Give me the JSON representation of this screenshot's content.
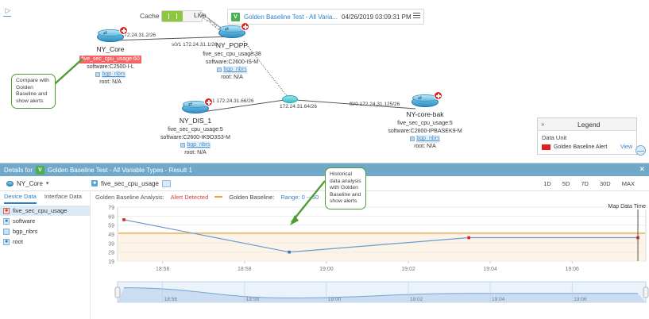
{
  "toolbar": {
    "cache_label": "Cache",
    "live_label": "Live",
    "rotated_label": "172.24.31.2/26",
    "test_badge": "V",
    "test_name": "Golden Baseline Test - All Varia...",
    "test_date": "04/26/2019 03:09:31 PM",
    "menu_icon": "hamburger-icon"
  },
  "map": {
    "nodes": [
      {
        "id": "ny-core",
        "name": "NY_Core",
        "metric": "five_sec_cpu_usage:60",
        "metric_alert": true,
        "software": "software:C2500-I-L",
        "link": "bgp_nbrs",
        "root": "root: N/A"
      },
      {
        "id": "ny-popp",
        "name": "NY_POPP",
        "metric": "five_sec_cpu_usage:38",
        "metric_alert": false,
        "software": "software:C2600-IS-M",
        "link": "bgp_nbrs",
        "root": "root: N/A"
      },
      {
        "id": "ny-dis-1",
        "name": "NY_DIS_1",
        "metric": "five_sec_cpu_usage:5",
        "metric_alert": false,
        "software": "software:C2600-IK9O3S3-M",
        "link": "bgp_nbrs",
        "root": "root: N/A"
      },
      {
        "id": "ny-core-bak",
        "name": "NY-core-bak",
        "metric": "five_sec_cpu_usage:5",
        "metric_alert": false,
        "software": "software:C2600-IPBASEK9-M",
        "link": "bgp_nbrs",
        "root": "root: N/A"
      }
    ],
    "link_labels": [
      "s1 172.24.31.2/26",
      "s0/1 172.24.31.1/26",
      "e0/1 172.24.31.66/26",
      "172.24.31.64/26",
      "f0/0 172.24.31.125/26"
    ],
    "callout_left": "Compare with Golden Baseline and show alerts",
    "callout_bottom": "Historical data analysis with Golden Baseline and show alerts"
  },
  "legend": {
    "title": "Legend",
    "collapse_icon": "chevron-right-icon",
    "data_unit": "Data Unit",
    "alert_label": "Golden Baseline Alert",
    "alert_color": "#e02020",
    "view_label": "View"
  },
  "details": {
    "header_prefix": "Details for",
    "header_badge": "V",
    "header_name": "Golden Baseline Test - All Variable Types - Result 1",
    "close_icon": "close-icon",
    "device": "NY_Core",
    "device_chevron": "chevron-down-icon",
    "metric": "five_sec_cpu_usage",
    "metric_icon": "metric-icon",
    "ranges": [
      "1D",
      "5D",
      "7D",
      "30D",
      "MAX"
    ],
    "tabs": [
      {
        "label": "Device Data",
        "active": true
      },
      {
        "label": "Interface Data",
        "active": false
      }
    ],
    "tree_items": [
      {
        "label": "five_sec_cpu_usage",
        "icon": "metric-icon",
        "selected": true
      },
      {
        "label": "software",
        "icon": "attribute-icon",
        "selected": false
      },
      {
        "label": "bgp_nbrs",
        "icon": "table-icon",
        "selected": false
      },
      {
        "label": "root",
        "icon": "attribute-icon",
        "selected": false
      }
    ]
  },
  "chart_data": {
    "type": "line",
    "title": "Golden Baseline Analysis:",
    "status": "Alert Detected",
    "legend_entries": [
      {
        "label": "Golden Baseline:",
        "range_label": "Range: 0 -- 50",
        "color": "#f0a030"
      }
    ],
    "xlabel": "",
    "ylabel": "",
    "ylim": [
      19,
      79
    ],
    "yticks": [
      79,
      69,
      59,
      49,
      39,
      29,
      19
    ],
    "xticks": [
      "18:56",
      "18:58",
      "19:00",
      "19:02",
      "19:04",
      "19:06"
    ],
    "grid": true,
    "baseline_min": 0,
    "baseline_max": 50,
    "marker_label": "Map Data Time",
    "series": [
      {
        "name": "five_sec_cpu_usage",
        "color": "#6a9bd1",
        "x": [
          "18:55",
          "18:57:45",
          "19:02:20",
          "19:07:10"
        ],
        "values": [
          65,
          29,
          45,
          45
        ],
        "alert_points": [
          65,
          45
        ]
      }
    ],
    "navigator": {
      "xticks": [
        "18:56",
        "18:58",
        "19:00",
        "19:02",
        "19:04",
        "19:06"
      ],
      "selection_start": 0,
      "selection_end": 100
    }
  }
}
